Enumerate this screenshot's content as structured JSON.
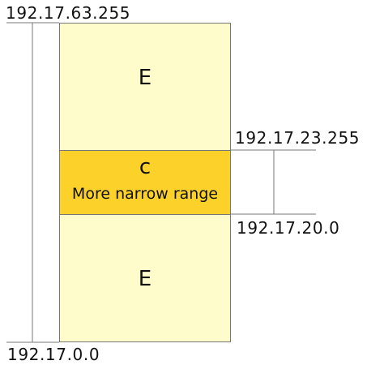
{
  "addresses": {
    "outer_high": "192.17.63.255",
    "outer_low": "192.17.0.0",
    "narrow_high": "192.17.23.255",
    "narrow_low": "192.17.20.0"
  },
  "zones": {
    "outer_top_label": "E",
    "narrow_label": "c",
    "narrow_caption": "More narrow range",
    "outer_bottom_label": "E"
  },
  "colors": {
    "outer_fill": "#fffccc",
    "narrow_fill": "#fbd12a",
    "line": "#777777"
  }
}
